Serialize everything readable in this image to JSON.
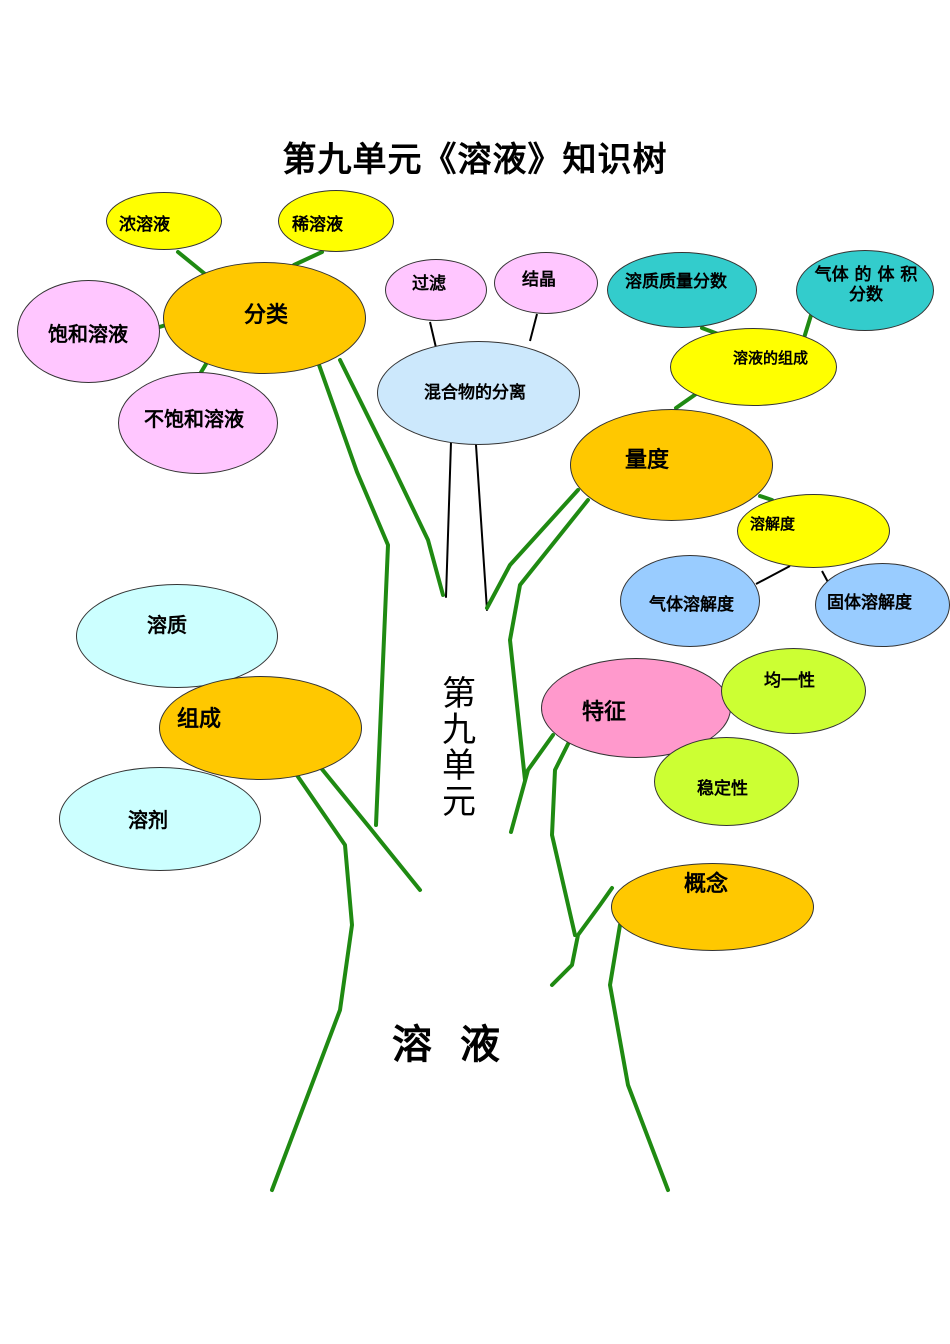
{
  "title": "第九单元《溶液》知识树",
  "unit_label": "第九单元",
  "trunk_label": "溶液",
  "colors": {
    "branch": "#1f8a12",
    "yellow": "#ffff00",
    "orange": "#ffc800",
    "pink": "#ffc6ff",
    "light_blue": "#cce8fc",
    "teal": "#33cccc",
    "blue": "#99ccff",
    "cyan": "#ccffff",
    "magenta": "#ff99cc",
    "lime": "#ccff33"
  },
  "nodes": {
    "concentrated": "浓溶液",
    "dilute": "稀溶液",
    "classification": "分类",
    "saturated": "饱和溶液",
    "unsaturated": "不饱和溶液",
    "filtration": "过滤",
    "crystallization": "结晶",
    "separation": "混合物的分离",
    "mass_fraction": "溶质质量分数",
    "gas_volume_fraction": "气体 的 体 积 分数",
    "composition_of_solution": "溶液的组成",
    "measure": "量度",
    "solubility": "溶解度",
    "gas_solubility": "气体溶解度",
    "solid_solubility": "固体溶解度",
    "solute": "溶质",
    "composition": "组成",
    "solvent": "溶剂",
    "feature": "特征",
    "uniformity": "均一性",
    "stability": "稳定性",
    "concept": "概念"
  }
}
